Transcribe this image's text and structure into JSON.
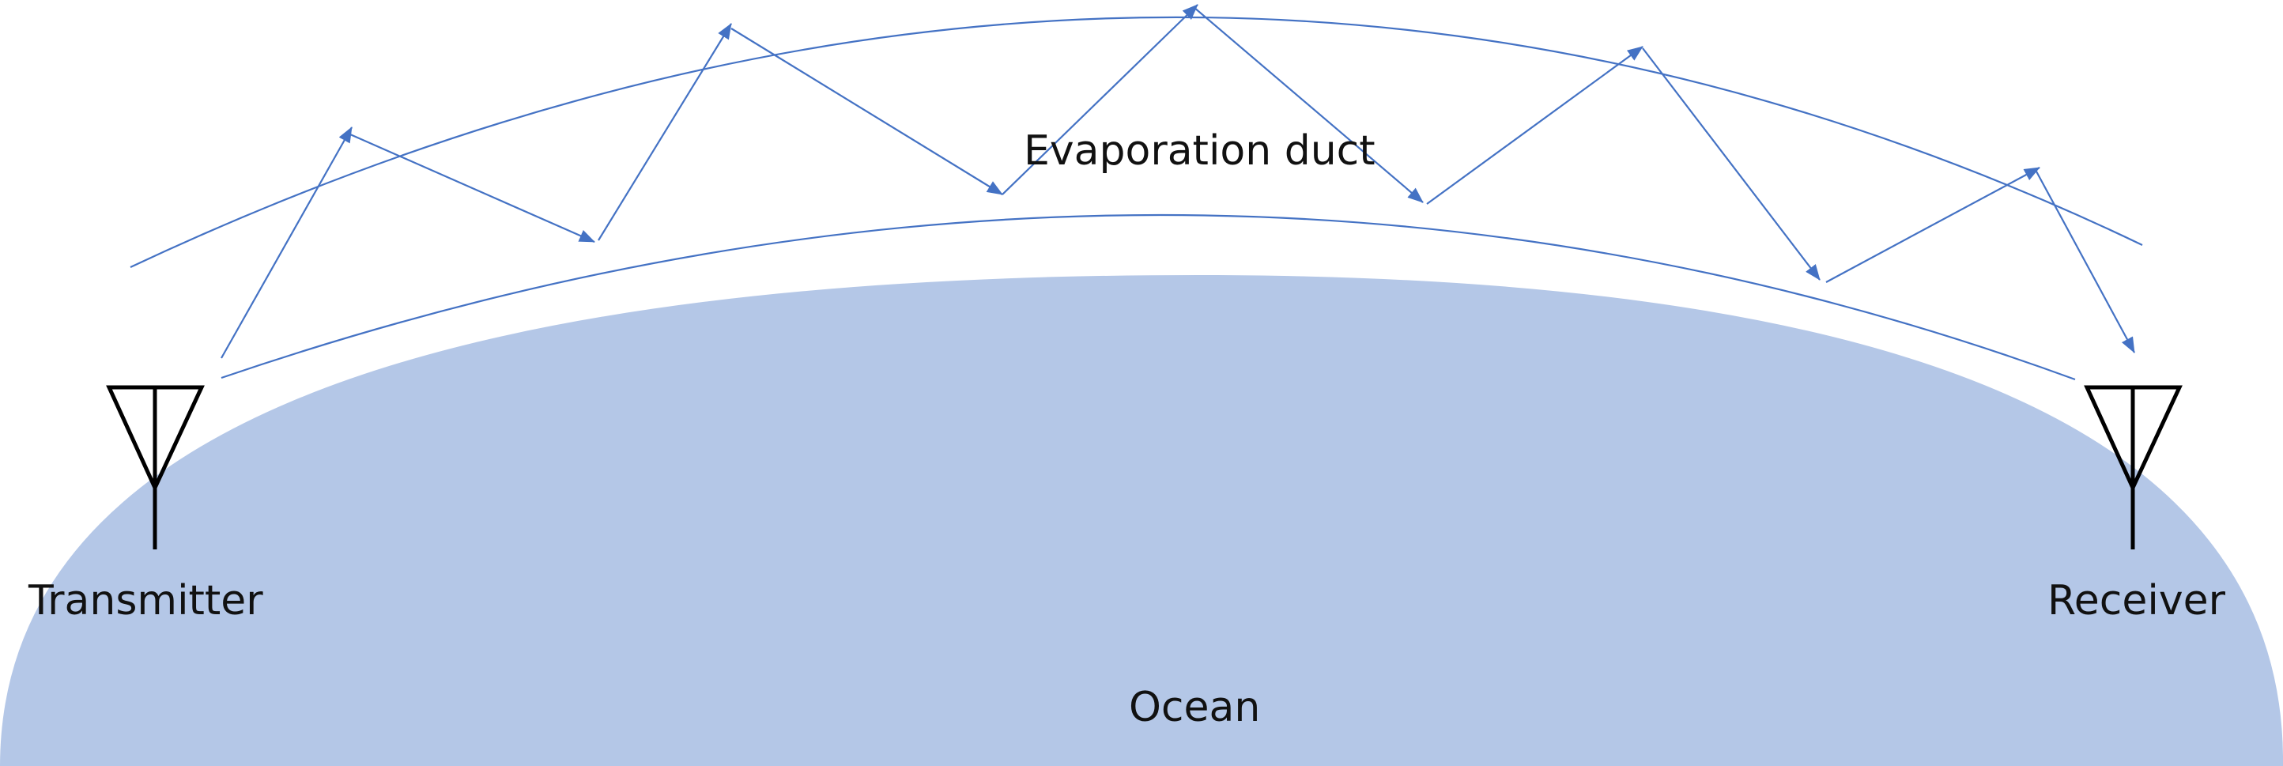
{
  "labels": {
    "duct": "Evaporation duct",
    "transmitter": "Transmitter",
    "receiver": "Receiver",
    "ocean": "Ocean"
  },
  "colors": {
    "ocean_fill": "#B4C7E7",
    "duct_line": "#4472C4",
    "ray": "#4472C4",
    "antenna": "#000000",
    "text": "#111111"
  }
}
